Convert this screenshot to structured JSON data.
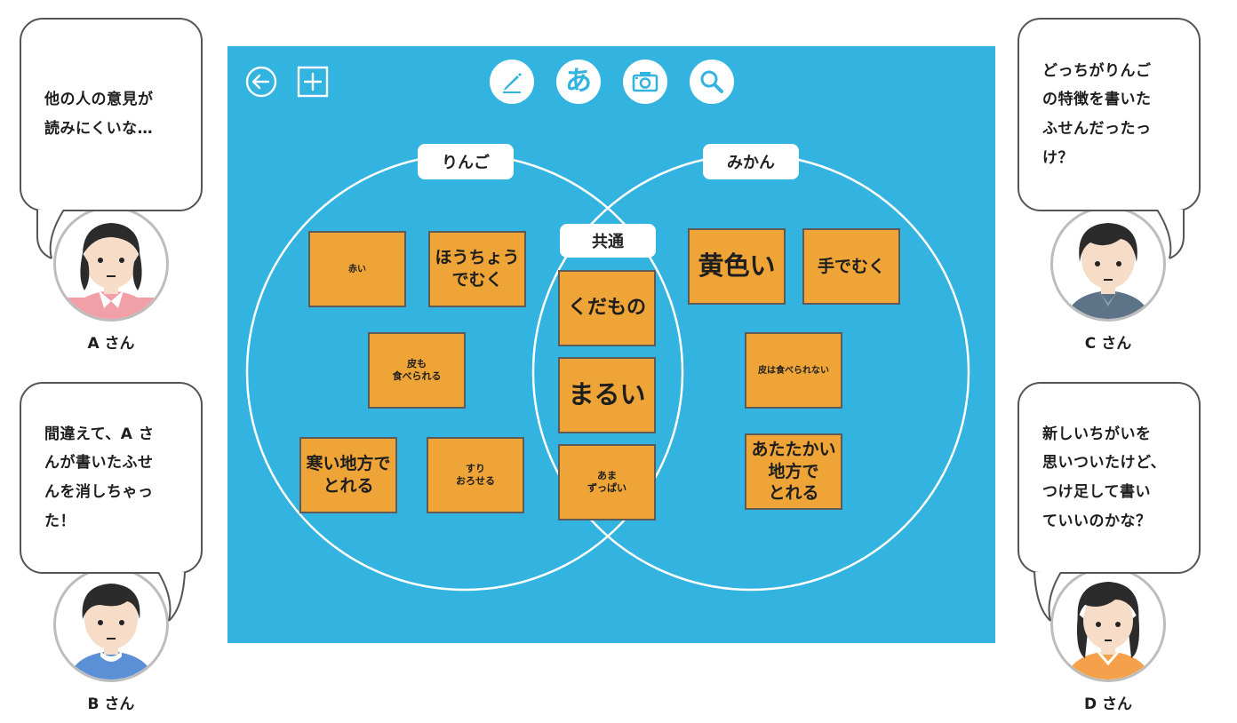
{
  "board": {
    "color": "#33b3e0",
    "toolbar": {
      "icons": [
        "back-arrow-icon",
        "add-icon",
        "pencil-icon",
        "text-icon",
        "camera-icon",
        "search-icon"
      ],
      "text_tool_label": "あ"
    }
  },
  "venn": {
    "left_label": "りんご",
    "right_label": "みかん",
    "center_label": "共通"
  },
  "notes": {
    "ringo": [
      {
        "text": "赤い"
      },
      {
        "text": "ほうちょう\nでむく"
      },
      {
        "text": "皮も\n食べられる"
      },
      {
        "text": "寒い地方で\nとれる"
      },
      {
        "text": "すり\nおろせる"
      }
    ],
    "common": [
      {
        "text": "くだもの"
      },
      {
        "text": "まるい"
      },
      {
        "text": "あま\nずっぱい"
      }
    ],
    "mikan": [
      {
        "text": "黄色い"
      },
      {
        "text": "手でむく"
      },
      {
        "text": "皮は食べられない"
      },
      {
        "text": "あたたかい\n地方で\nとれる"
      }
    ],
    "note_color": "#eea436"
  },
  "people": [
    {
      "name": "A さん",
      "comment": "他の人の意見が\n読みにくいな…"
    },
    {
      "name": "B さん",
      "comment": "間違えて、A さ\nんが書いたふせ\nんを消しちゃっ\nた！"
    },
    {
      "name": "C さん",
      "comment": "どっちがりんご\nの特徴を書いた\nふせんだったっ\nけ？"
    },
    {
      "name": "D さん",
      "comment": "新しいちがいを\n思いついたけど、\nつけ足して書い\nていいのかな？"
    }
  ]
}
